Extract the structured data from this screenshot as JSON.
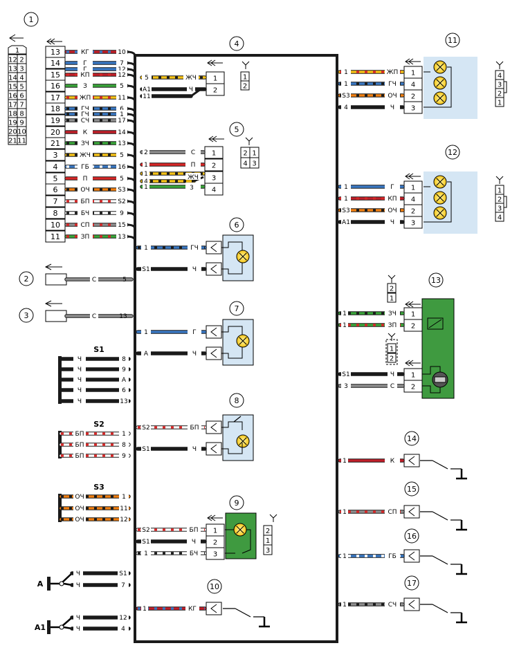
{
  "colors": {
    "Ч": "#1a1a1a",
    "К": "#c0202a",
    "П": "#d62828",
    "Г": "#3a78c2",
    "С": "#8f8f8f",
    "Б": "#ffffff",
    "О": "#f07f12",
    "Ж": "#f5c218",
    "З": "#3aa53a",
    "block_blue": "#d5e6f4",
    "block_green": "#3f9a40",
    "bus": "#1a1a1a"
  },
  "circles": [
    "1",
    "2",
    "3",
    "4",
    "5",
    "6",
    "7",
    "8",
    "9",
    "10",
    "11",
    "12",
    "13",
    "14",
    "15",
    "16",
    "17"
  ],
  "conn1_face": [
    [
      "1"
    ],
    [
      "12",
      "2"
    ],
    [
      "13",
      "3"
    ],
    [
      "14",
      "4"
    ],
    [
      "15",
      "5"
    ],
    [
      "16",
      "6"
    ],
    [
      "17",
      "7"
    ],
    [
      "18",
      "8"
    ],
    [
      "19",
      "9"
    ],
    [
      "20",
      "10"
    ],
    [
      "21",
      "11"
    ]
  ],
  "conn1_rows": [
    {
      "pin": "13",
      "color": "КГ",
      "end": "10"
    },
    {
      "pin": "14",
      "color": "Г",
      "end": "7"
    },
    {
      "pin": "",
      "color": "Г",
      "end": "12"
    },
    {
      "pin": "15",
      "color": "КП",
      "end": "12"
    },
    {
      "pin": "16",
      "color": "З",
      "end": "5"
    },
    {
      "pin": "17",
      "color": "ЖП",
      "end": "11"
    },
    {
      "pin": "18",
      "color": "ГЧ",
      "end": "6"
    },
    {
      "pin": "",
      "color": "ГЧ",
      "end": "1"
    },
    {
      "pin": "19",
      "color": "СЧ",
      "end": "17"
    },
    {
      "pin": "20",
      "color": "К",
      "end": "14"
    },
    {
      "pin": "21",
      "color": "ЗЧ",
      "end": "13"
    },
    {
      "pin": "3",
      "color": "ЖЧ",
      "end": "5"
    },
    {
      "pin": "4",
      "color": "ГБ",
      "end": "16"
    },
    {
      "pin": "5",
      "color": "П",
      "end": "5"
    },
    {
      "pin": "6",
      "color": "ОЧ",
      "end": "S3"
    },
    {
      "pin": "7",
      "color": "БП",
      "end": "S2"
    },
    {
      "pin": "8",
      "color": "БЧ",
      "end": "9"
    },
    {
      "pin": "10",
      "color": "СП",
      "end": "15"
    },
    {
      "pin": "11",
      "color": "ЗП",
      "end": "13"
    }
  ],
  "c4": {
    "rows": [
      {
        "start": "5",
        "color": "ЖЧ",
        "pin": "1"
      },
      {
        "start": "A1",
        "color": "Ч",
        "pin": "2"
      },
      {
        "start": "11",
        "color": "",
        "pin": ""
      }
    ],
    "face": [
      "1",
      "2"
    ]
  },
  "c5": {
    "rows": [
      {
        "start": "2",
        "color": "С",
        "pin": "1"
      },
      {
        "start": "1",
        "color": "П",
        "pin": "2"
      },
      {
        "start": "1",
        "color": "ЖЧ",
        "pin": "3"
      },
      {
        "start": "4",
        "color": "",
        "pin": ""
      },
      {
        "start": "1",
        "color": "З",
        "pin": "4"
      },
      {
        "start": "3",
        "color": "",
        "pin": ""
      }
    ],
    "face": [
      [
        "2",
        "1"
      ],
      [
        "4",
        "3"
      ]
    ]
  },
  "c6": [
    {
      "start": "1",
      "color": "ГЧ"
    },
    {
      "start": "S1",
      "color": "Ч"
    }
  ],
  "c7": [
    {
      "start": "1",
      "color": "Г"
    },
    {
      "start": "A",
      "color": "Ч"
    }
  ],
  "c8": [
    {
      "start": "S2",
      "color": "БП"
    },
    {
      "start": "S1",
      "color": "Ч"
    }
  ],
  "c9": {
    "rows": [
      {
        "start": "S2",
        "color": "БП",
        "pin": "1"
      },
      {
        "start": "S1",
        "color": "Ч",
        "pin": "2"
      },
      {
        "start": "1",
        "color": "БЧ",
        "pin": "3"
      }
    ],
    "face": [
      "2",
      "1",
      "3"
    ]
  },
  "c10": {
    "start": "1",
    "color": "КГ"
  },
  "c2": {
    "color": "С",
    "end": "5"
  },
  "c3": {
    "color": "С",
    "end": "13"
  },
  "s1": {
    "label": "S1",
    "rows": [
      {
        "color": "Ч",
        "end": "8"
      },
      {
        "color": "Ч",
        "end": "9"
      },
      {
        "color": "Ч",
        "end": "A"
      },
      {
        "color": "Ч",
        "end": "6"
      },
      {
        "color": "Ч",
        "end": "13"
      }
    ]
  },
  "s2": {
    "label": "S2",
    "rows": [
      {
        "color": "БП",
        "end": "1"
      },
      {
        "color": "БП",
        "end": "8"
      },
      {
        "color": "БП",
        "end": "9"
      }
    ]
  },
  "s3": {
    "label": "S3",
    "rows": [
      {
        "color": "ОЧ",
        "end": "1"
      },
      {
        "color": "ОЧ",
        "end": "11"
      },
      {
        "color": "ОЧ",
        "end": "12"
      }
    ]
  },
  "sa": {
    "label": "A",
    "rows": [
      {
        "color": "Ч",
        "end": "S1"
      },
      {
        "color": "Ч",
        "end": "7"
      }
    ]
  },
  "sa1": {
    "label": "A1",
    "rows": [
      {
        "color": "Ч",
        "end": "12"
      },
      {
        "color": "Ч",
        "end": "4"
      }
    ]
  },
  "c11": {
    "rows": [
      {
        "start": "1",
        "color": "ЖП",
        "pin": "1"
      },
      {
        "start": "1",
        "color": "ГЧ",
        "pin": "4"
      },
      {
        "start": "S3",
        "color": "ОЧ",
        "pin": "2"
      },
      {
        "start": "4",
        "color": "Ч",
        "pin": "3"
      }
    ],
    "face": [
      "4",
      "3",
      "2",
      "1"
    ]
  },
  "c12": {
    "rows": [
      {
        "start": "1",
        "color": "Г",
        "pin": "1"
      },
      {
        "start": "1",
        "color": "КП",
        "pin": "4"
      },
      {
        "start": "S3",
        "color": "ОЧ",
        "pin": "2"
      },
      {
        "start": "A1",
        "color": "Ч",
        "pin": "3"
      }
    ],
    "face": [
      "1",
      "2",
      "3",
      "4"
    ]
  },
  "c13": {
    "rowsA": [
      {
        "start": "1",
        "color": "ЗЧ",
        "pin": "1"
      },
      {
        "start": "1",
        "color": "ЗП",
        "pin": "2"
      }
    ],
    "rowsB": [
      {
        "start": "S1",
        "color": "Ч",
        "pin": "1"
      },
      {
        "start": "3",
        "color": "С",
        "pin": "2"
      }
    ],
    "faceA": [
      "2",
      "1"
    ],
    "faceB": [
      "1",
      "2"
    ]
  },
  "c14": {
    "start": "1",
    "color": "К"
  },
  "c15": {
    "start": "1",
    "color": "СП"
  },
  "c16": {
    "start": "1",
    "color": "ГБ"
  },
  "c17": {
    "start": "1",
    "color": "СЧ"
  }
}
